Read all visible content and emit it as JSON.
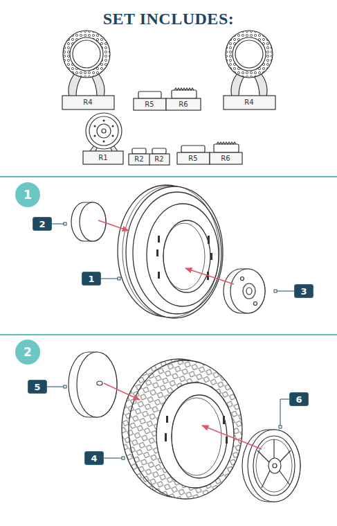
{
  "diagram": {
    "title": "SET INCLUDES:",
    "nodes": [
      {
        "text": [
          "1"
        ]
      },
      {
        "text": [
          "2"
        ]
      },
      {
        "text": [
          "1"
        ]
      },
      {
        "text": [
          "3"
        ]
      },
      {
        "text": [
          "2"
        ]
      },
      {
        "text": [
          "5"
        ]
      },
      {
        "text": [
          "6"
        ]
      },
      {
        "text": [
          "4"
        ]
      }
    ],
    "labels": [
      "R4",
      "R5",
      "R6",
      "R4",
      "R1",
      "R2",
      "R2",
      "R5",
      "R6"
    ]
  }
}
